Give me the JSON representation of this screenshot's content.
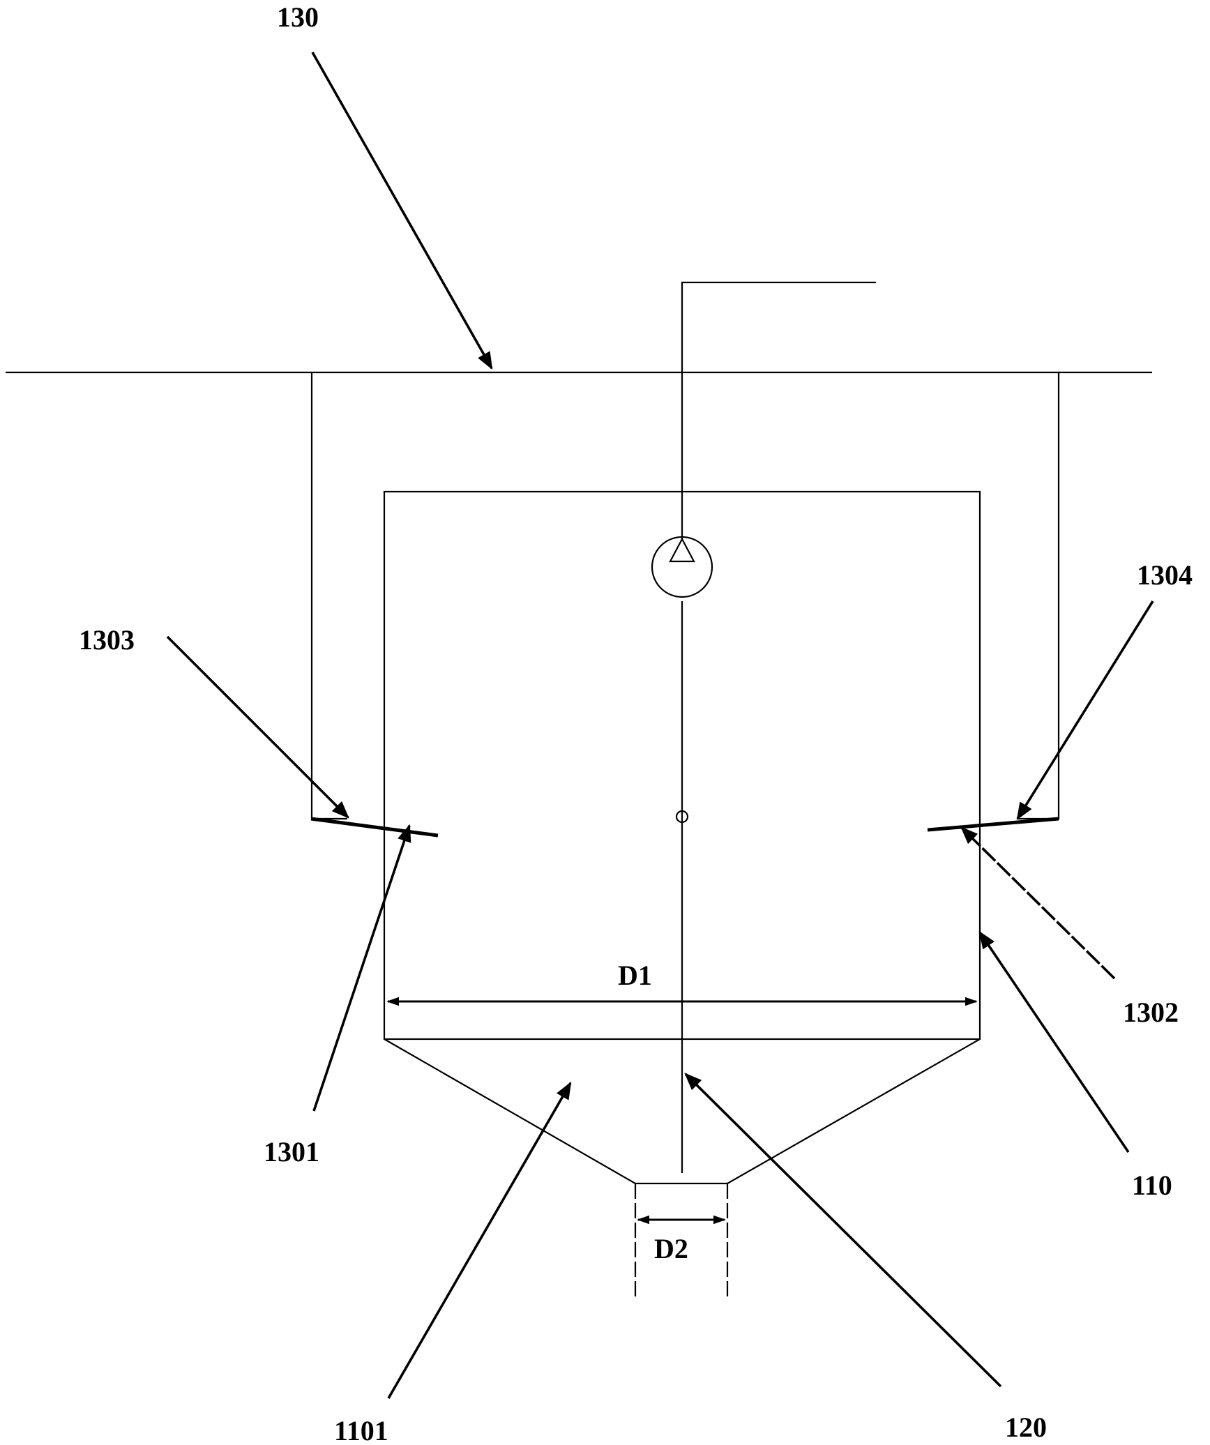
{
  "figure": {
    "labels": {
      "l130": "130",
      "l1303": "1303",
      "l1304": "1304",
      "l1301": "1301",
      "l1302": "1302",
      "l110": "110",
      "l1101": "1101",
      "l120": "120",
      "d1": "D1",
      "d2": "D2"
    }
  }
}
